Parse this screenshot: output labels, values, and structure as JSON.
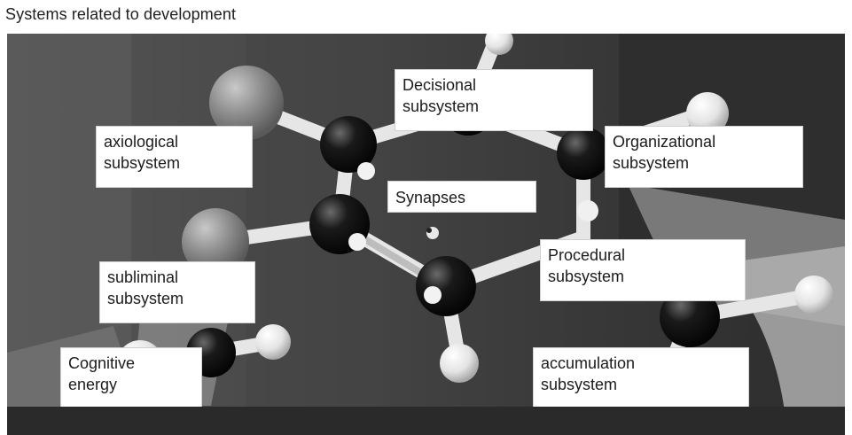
{
  "title": "Systems related to development",
  "labels": {
    "decisional": "Decisional\nsubsystem",
    "axiological": "axiological\nsubsystem",
    "organizational": "Organizational\nsubsystem",
    "synapses": "Synapses",
    "procedural": "Procedural\nsubsystem",
    "subliminal": "subliminal\nsubsystem",
    "cognitive": "Cognitive\nenergy",
    "accumulation": "accumulation\nsubsystem"
  }
}
